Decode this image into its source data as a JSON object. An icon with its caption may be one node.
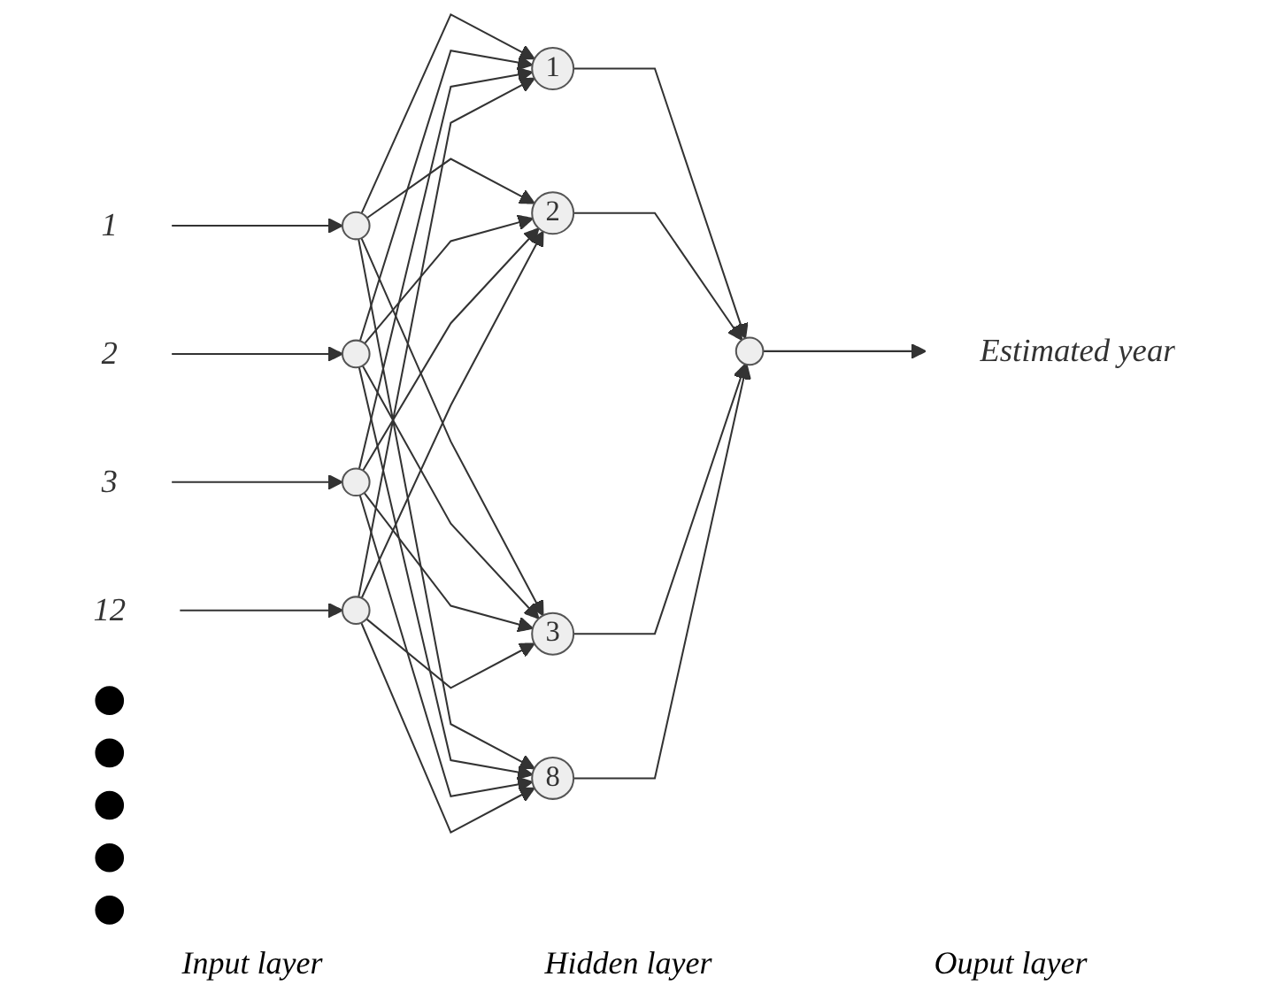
{
  "diagram": {
    "nodes": [
      {
        "text": [
          "1"
        ]
      },
      {
        "text": [
          "2"
        ]
      },
      {
        "text": [
          "3"
        ]
      },
      {
        "text": [
          "12"
        ]
      },
      {
        "text": [],
        "shape": "circle"
      },
      {
        "text": [],
        "shape": "circle"
      },
      {
        "text": [],
        "shape": "circle"
      },
      {
        "text": [],
        "shape": "circle"
      },
      {
        "text": [],
        "shape": "dot"
      },
      {
        "text": [],
        "shape": "dot"
      },
      {
        "text": [],
        "shape": "dot"
      },
      {
        "text": [
          "1"
        ]
      },
      {
        "text": [
          "2"
        ]
      },
      {
        "text": [
          "3"
        ]
      },
      {
        "text": [
          "8"
        ]
      },
      {
        "text": [],
        "shape": "dot"
      },
      {
        "text": [],
        "shape": "dot"
      },
      {
        "text": [],
        "shape": "circle"
      },
      {
        "text": [
          "Estimated year"
        ]
      }
    ],
    "edges": [
      {
        "from": 0,
        "to": 4,
        "arrow": "to"
      },
      {
        "from": 1,
        "to": 5,
        "arrow": "to"
      },
      {
        "from": 2,
        "to": 6,
        "arrow": "to"
      },
      {
        "from": 3,
        "to": 7,
        "arrow": "to"
      },
      {
        "from": 4,
        "to": 11,
        "arrow": "to"
      },
      {
        "from": 4,
        "to": 12,
        "arrow": "to"
      },
      {
        "from": 4,
        "to": 13,
        "arrow": "to"
      },
      {
        "from": 4,
        "to": 14,
        "arrow": "to"
      },
      {
        "from": 5,
        "to": 11,
        "arrow": "to"
      },
      {
        "from": 5,
        "to": 12,
        "arrow": "to"
      },
      {
        "from": 5,
        "to": 13,
        "arrow": "to"
      },
      {
        "from": 5,
        "to": 14,
        "arrow": "to"
      },
      {
        "from": 6,
        "to": 11,
        "arrow": "to"
      },
      {
        "from": 6,
        "to": 12,
        "arrow": "to"
      },
      {
        "from": 6,
        "to": 13,
        "arrow": "to"
      },
      {
        "from": 6,
        "to": 14,
        "arrow": "to"
      },
      {
        "from": 7,
        "to": 11,
        "arrow": "to"
      },
      {
        "from": 7,
        "to": 12,
        "arrow": "to"
      },
      {
        "from": 7,
        "to": 13,
        "arrow": "to"
      },
      {
        "from": 7,
        "to": 14,
        "arrow": "to"
      },
      {
        "from": 11,
        "to": 17,
        "arrow": "to"
      },
      {
        "from": 12,
        "to": 17,
        "arrow": "to"
      },
      {
        "from": 13,
        "to": 17,
        "arrow": "to"
      },
      {
        "from": 14,
        "to": 17,
        "arrow": "to"
      },
      {
        "from": 17,
        "to": 18,
        "arrow": "to"
      }
    ],
    "labels": [
      "Input layer",
      "Hidden layer",
      "Ouput layer"
    ]
  }
}
